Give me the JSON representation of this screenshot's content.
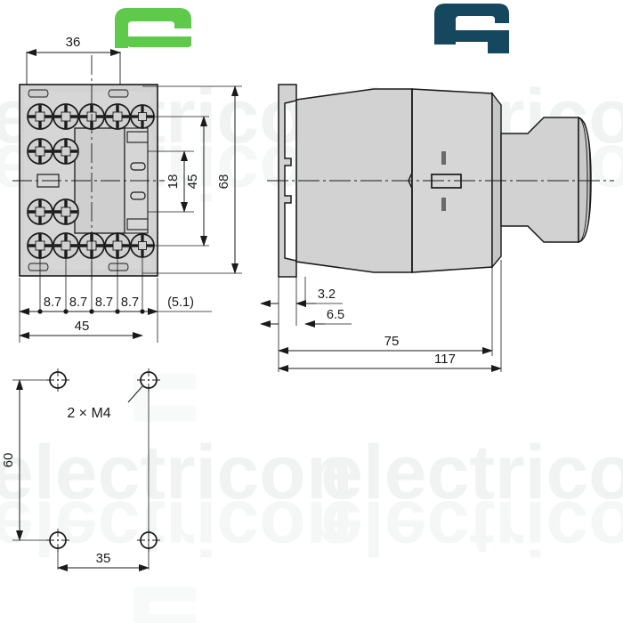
{
  "drawing": {
    "title": "Contactor dimensional drawing",
    "units": "mm",
    "line_color": "#1a1a1a",
    "body_fill": "#d2d2d2",
    "body_fill_light": "#dcdcdc",
    "body_fill_dark": "#c2c2c2",
    "watermark_color": "#f2f4f4",
    "logo_green": "#5ec94b",
    "logo_teal": "#15475e"
  },
  "watermarks": {
    "text": "electricon",
    "rows": [
      {
        "text": "electricon"
      },
      {
        "text": "electricon"
      },
      {
        "text": "electricon"
      },
      {
        "text": "electricon"
      }
    ]
  },
  "logos": {
    "green_logo_name": "electricon-logo-green",
    "teal_logo_name": "electricon-logo-teal"
  },
  "views": {
    "front": {
      "name": "front-view",
      "dimensions": {
        "top_width": "36",
        "overall_width": "45",
        "pitch_1": "8.7",
        "pitch_2": "8.7",
        "pitch_3": "8.7",
        "pitch_4": "8.7",
        "edge_offset": "(5.1)",
        "height_inner": "18",
        "height_mid": "45",
        "height_overall": "68"
      }
    },
    "side": {
      "name": "side-view",
      "dimensions": {
        "rail_thickness": "3.2",
        "rail_offset": "6.5",
        "body_depth": "75",
        "overall_depth": "117"
      }
    },
    "mounting": {
      "name": "mounting-hole-pattern-view",
      "dimensions": {
        "vertical_spacing": "60",
        "horizontal_spacing": "35"
      },
      "annotation": "2 × M4"
    }
  }
}
